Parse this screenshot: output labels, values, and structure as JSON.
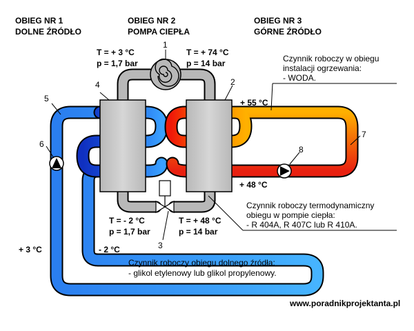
{
  "headers": {
    "circuit1": [
      "OBIEG NR 1",
      "DOLNE ŹRÓDŁO"
    ],
    "circuit2": [
      "OBIEG NR 2",
      "POMPA CIEPŁA"
    ],
    "circuit3": [
      "OBIEG NR 3",
      "GÓRNE ŹRÓDŁO"
    ]
  },
  "states": {
    "evaporator_in": [
      "T = + 3 °C",
      "p = 1,7 bar"
    ],
    "condenser_in": [
      "T = + 74 °C",
      "p = 14 bar"
    ],
    "expansion_out": [
      "T = - 2 °C",
      "p = 1,7 bar"
    ],
    "expansion_in": [
      "T = + 48 °C",
      "p = 14 bar"
    ]
  },
  "temperatures": {
    "heating_supply": "+ 55 °C",
    "heating_return": "+ 48 °C",
    "ground_supply": "+ 3 °C",
    "ground_return": "- 2 °C"
  },
  "component_numbers": [
    "1",
    "2",
    "3",
    "4",
    "5",
    "6",
    "7",
    "8"
  ],
  "notes": {
    "heating_medium": [
      "Czynnik roboczy w obiegu",
      "instalacji ogrzewania:",
      "- WODA."
    ],
    "refrigerant": [
      "Czynnik roboczy termodynamiczny",
      "obiegu w pompie ciepła:",
      "- R 404A, R 407C lub R 410A."
    ],
    "ground_medium": [
      "Czynnik roboczy obiegu dolnego źródła:",
      "- glikol etylenowy lub glikol propylenowy."
    ]
  },
  "website": "www.poradnikprojektanta.pl",
  "colors": {
    "cold_dark": "#1030c0",
    "cold_light": "#3aa0ff",
    "hot_yellow": "#ffb000",
    "hot_red": "#e02010",
    "exchanger": "#c8c8c8",
    "refrigerant_pipe": "#b8b8b8"
  },
  "icons": [
    "compressor-coil-icon",
    "expansion-valve-icon",
    "pump-icon",
    "pump-icon"
  ]
}
